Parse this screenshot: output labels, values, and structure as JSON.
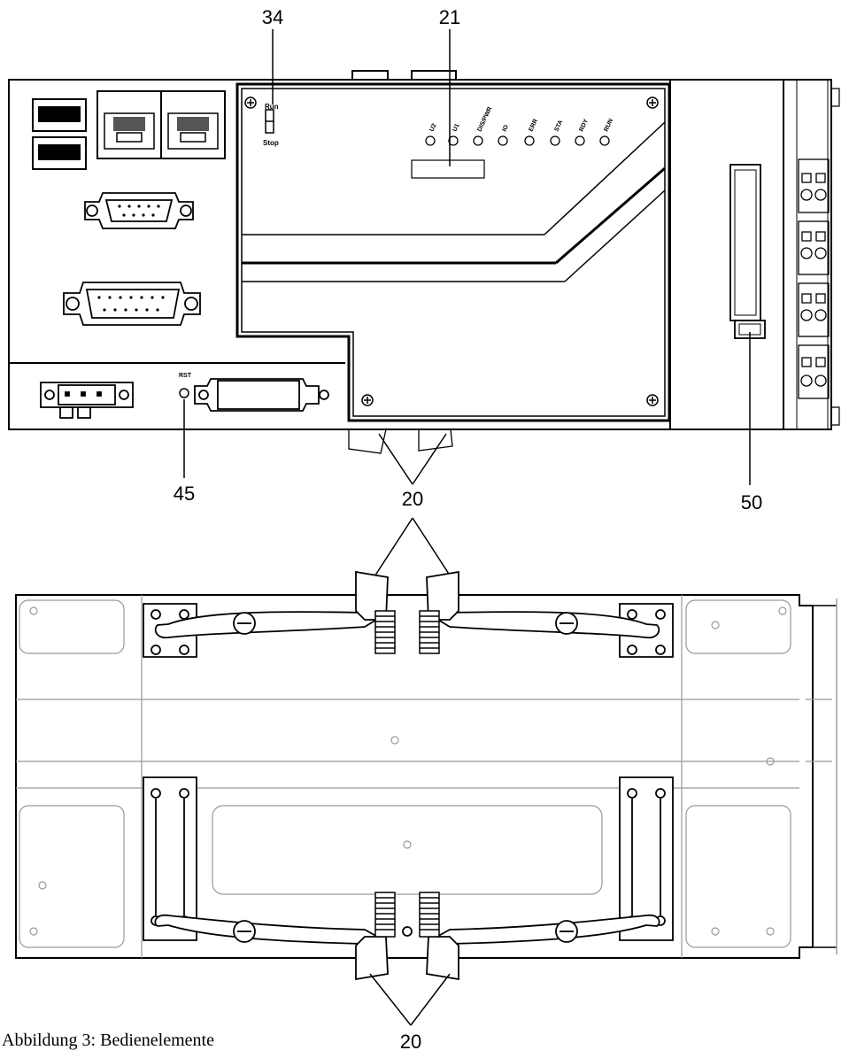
{
  "callouts": {
    "c34": "34",
    "c21": "21",
    "c45": "45",
    "c20_top": "20",
    "c50": "50",
    "c20_bottom": "20"
  },
  "switch": {
    "run": "Run",
    "stop": "Stop"
  },
  "reset_label": "RST",
  "leds": [
    "U2",
    "U1",
    "DIS/PWR",
    "IO",
    "ERR",
    "STA",
    "RDY",
    "RUN"
  ],
  "caption": "Abbildung 3: Bedienelemente"
}
